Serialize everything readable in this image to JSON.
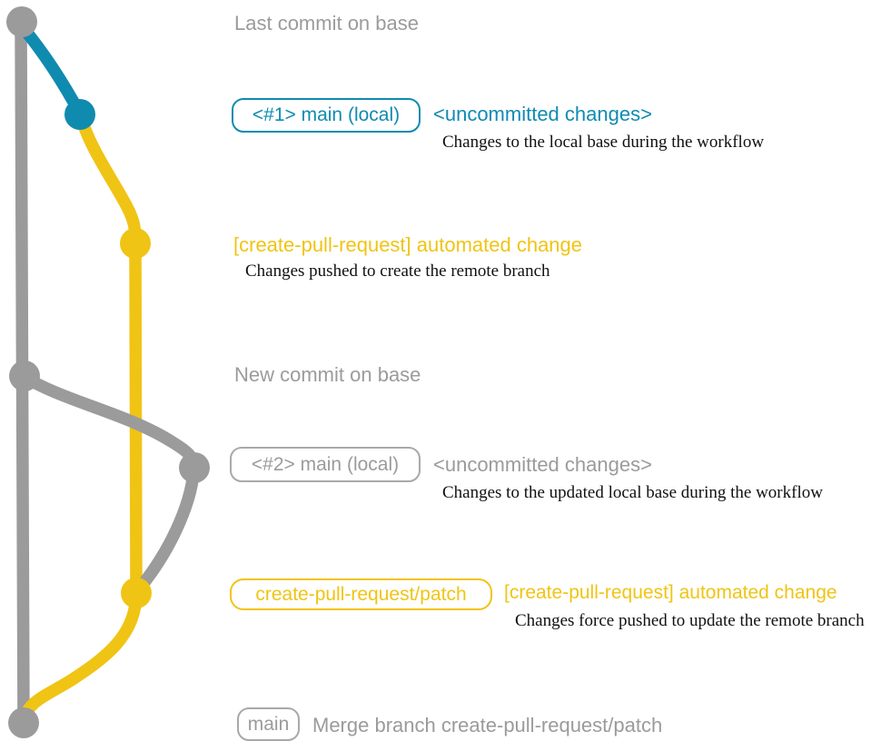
{
  "colors": {
    "base_gray": "#9b9b9b",
    "local_blue": "#0f8bb0",
    "remote_yellow": "#f0c414",
    "desc_black": "#111111"
  },
  "graph": {
    "nodes": [
      {
        "id": "last-commit-on-base",
        "color": "gray"
      },
      {
        "id": "local-main-commit-1",
        "color": "blue"
      },
      {
        "id": "remote-branch-commit-1",
        "color": "yellow"
      },
      {
        "id": "new-commit-on-base",
        "color": "gray"
      },
      {
        "id": "local-main-commit-2",
        "color": "gray"
      },
      {
        "id": "remote-branch-commit-2",
        "color": "yellow"
      },
      {
        "id": "merge-commit",
        "color": "gray"
      }
    ]
  },
  "rows": {
    "last_commit": {
      "label": "Last commit on base"
    },
    "local1": {
      "badge": "<#1> main (local)",
      "note": "<uncommitted changes>",
      "desc": "Changes to the local base during the workflow"
    },
    "auto1": {
      "label": "[create-pull-request] automated change",
      "desc": "Changes pushed to create the remote branch"
    },
    "new_commit": {
      "label": "New commit on base"
    },
    "local2": {
      "badge": "<#2> main (local)",
      "note": "<uncommitted changes>",
      "desc": "Changes to the updated local base during the workflow"
    },
    "auto2": {
      "badge": "create-pull-request/patch",
      "label": "[create-pull-request] automated change",
      "desc": "Changes force pushed to update the remote branch"
    },
    "merge": {
      "badge": "main",
      "desc": "Merge branch create-pull-request/patch"
    }
  }
}
